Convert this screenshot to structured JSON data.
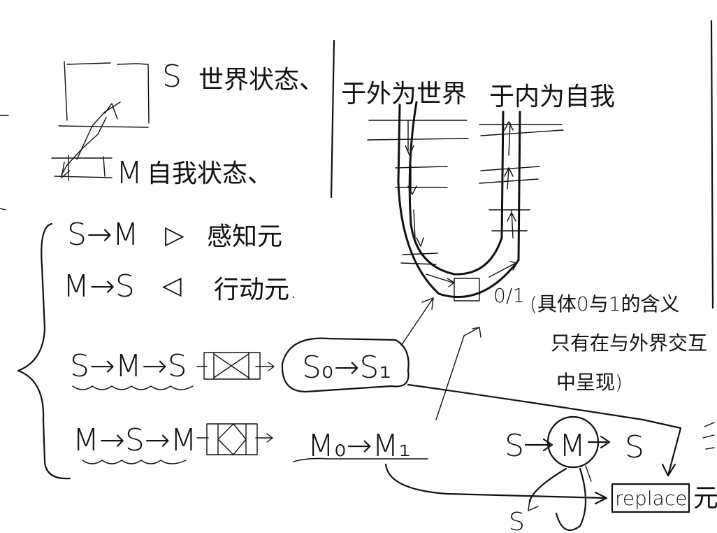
{
  "left_block": {
    "s_label": "S",
    "s_text": "世界状态、",
    "m_label": "M",
    "m_text": "自我状态、"
  },
  "divider_text": {
    "outer": "于外为世界",
    "inner": "于内为自我"
  },
  "rules": {
    "r1_formula": "S→M",
    "r1_symbol": "▷",
    "r1_text": "感知元",
    "r2_formula": "M→S",
    "r2_symbol": "◁",
    "r2_text": "行动元."
  },
  "chains": {
    "c1": "S→M→S",
    "c1_result": "S₀→S₁",
    "c2": "M→S→M",
    "c2_result": "M₀→M₁"
  },
  "u_label": "0/1",
  "note": {
    "line1": "(具体0与1的含义",
    "line2": "只有在与外界交互",
    "line3": "中呈现)"
  },
  "bottom_right": {
    "formula_s1": "S",
    "formula_m": "M",
    "formula_s2": "S",
    "replace_label": "replace",
    "replace_suffix": "元",
    "loop_s": "S"
  }
}
